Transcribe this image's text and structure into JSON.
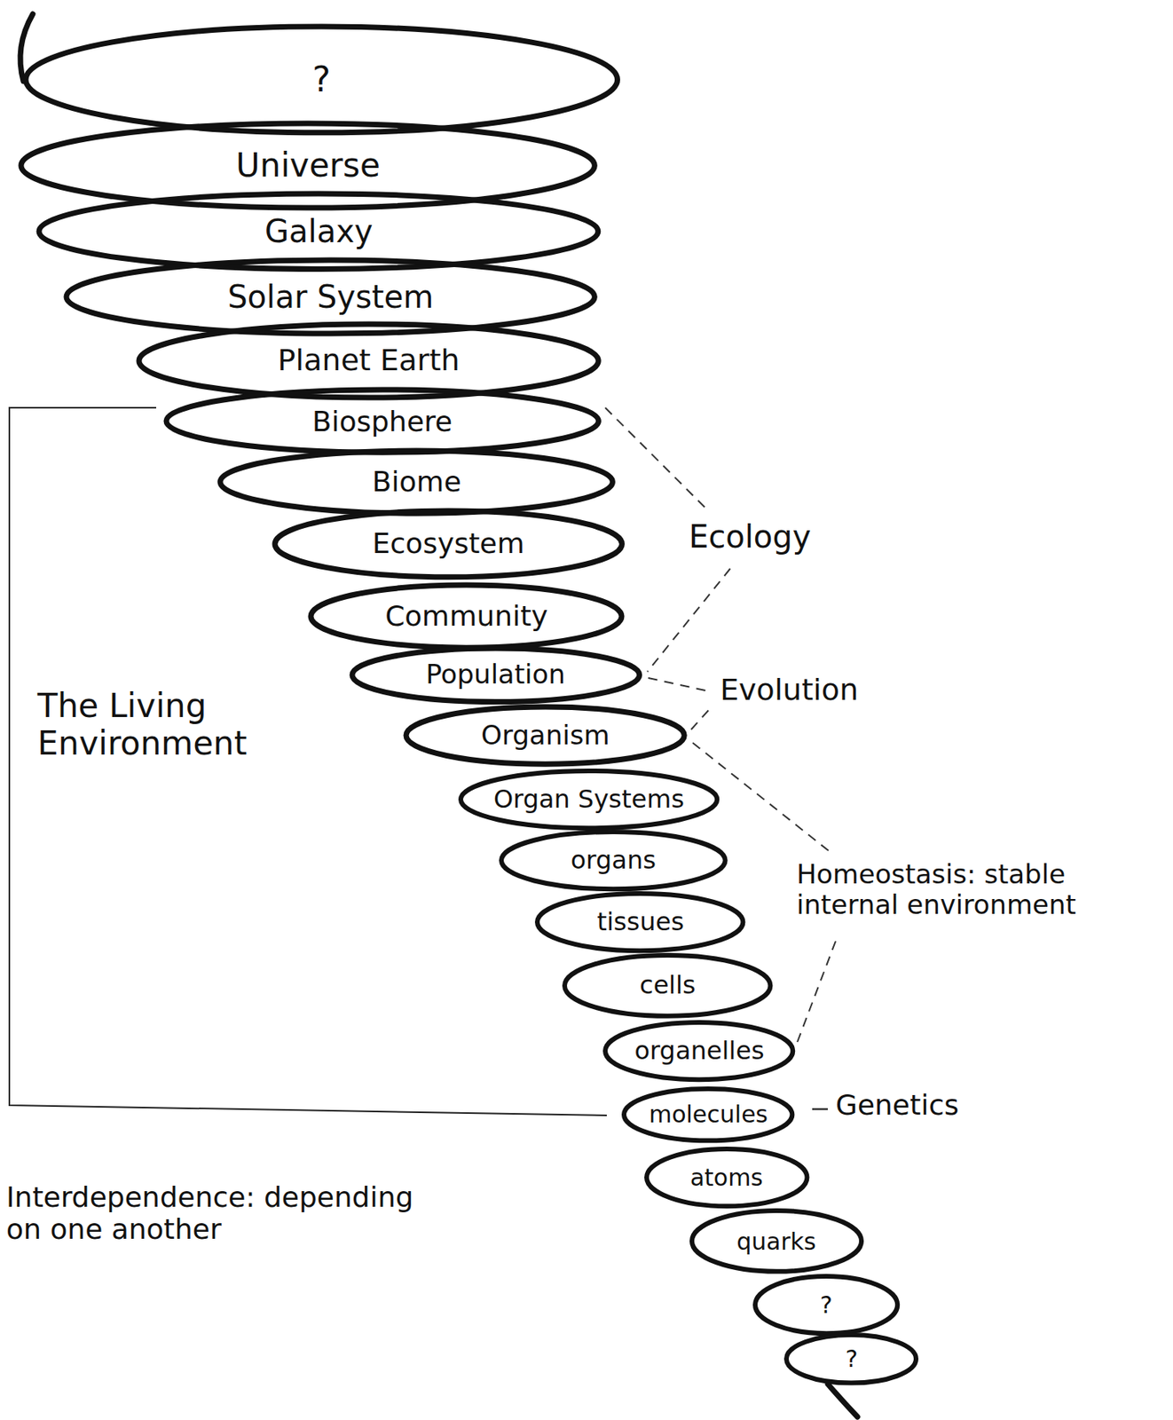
{
  "diagram": {
    "nodes": [
      {
        "text": [
          "?"
        ]
      },
      {
        "text": [
          "Universe"
        ]
      },
      {
        "text": [
          "Galaxy"
        ]
      },
      {
        "text": [
          "Solar System"
        ]
      },
      {
        "text": [
          "Planet Earth"
        ]
      },
      {
        "text": [
          "Biosphere"
        ]
      },
      {
        "text": [
          "Biome"
        ]
      },
      {
        "text": [
          "Ecosystem"
        ]
      },
      {
        "text": [
          "Community"
        ]
      },
      {
        "text": [
          "Population"
        ]
      },
      {
        "text": [
          "Organism"
        ]
      },
      {
        "text": [
          "Organ Systems"
        ]
      },
      {
        "text": [
          "organs"
        ]
      },
      {
        "text": [
          "tissues"
        ]
      },
      {
        "text": [
          "cells"
        ]
      },
      {
        "text": [
          "organelles"
        ]
      },
      {
        "text": [
          "molecules"
        ]
      },
      {
        "text": [
          "atoms"
        ]
      },
      {
        "text": [
          "quarks"
        ]
      },
      {
        "text": [
          "?"
        ]
      },
      {
        "text": [
          "?"
        ]
      }
    ],
    "labels": [
      "Ecology",
      "Evolution",
      "Homeostasis: stable internal environment",
      "Genetics",
      "The Living Environment",
      "Interdependence: depending on one another"
    ]
  }
}
